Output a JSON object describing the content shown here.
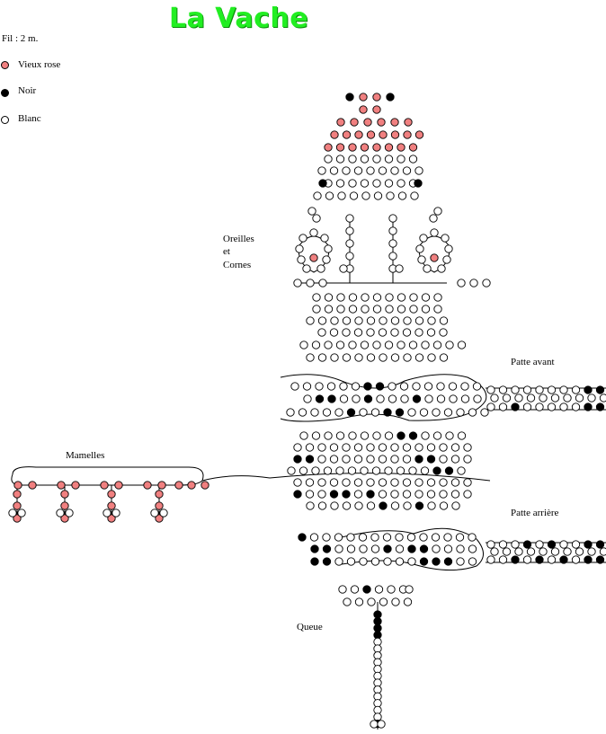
{
  "title": "La Vache",
  "wire": "Fil : 2 m.",
  "colors": {
    "pink": "#f08080",
    "black": "#000000",
    "white": "#ffffff",
    "title": "#22ee22"
  },
  "legend": [
    {
      "key": "pink",
      "label": "Vieux rose"
    },
    {
      "key": "black",
      "label": "Noir"
    },
    {
      "key": "white",
      "label": "Blanc"
    }
  ],
  "labels": {
    "ears_horns": "Oreilles",
    "ears_horns_2": "et",
    "ears_horns_3": "Cornes",
    "front_leg": "Patte avant",
    "udder": "Mamelles",
    "hind_leg": "Patte arrière",
    "tail": "Queue"
  }
}
